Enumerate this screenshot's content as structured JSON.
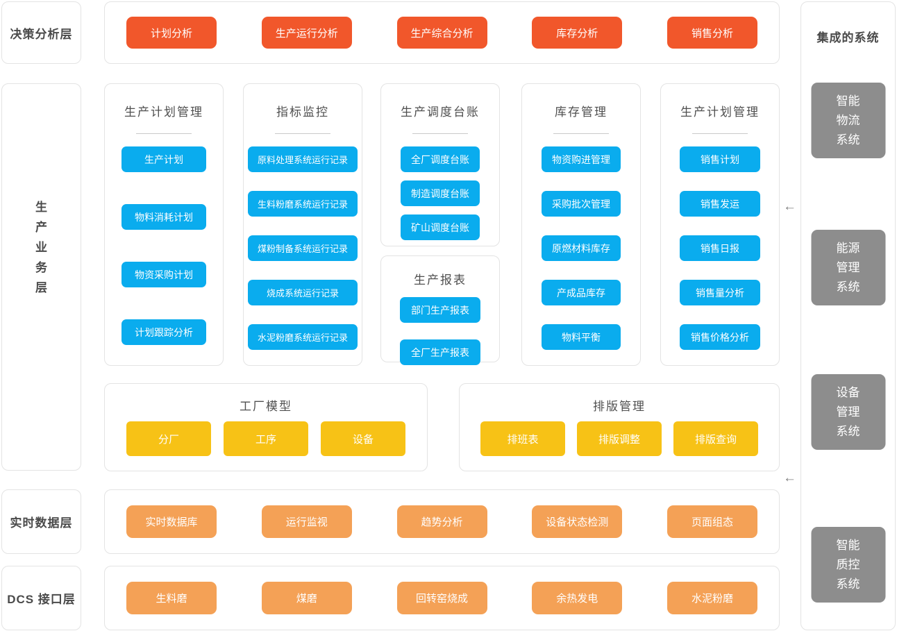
{
  "layers": {
    "decision": "决策分析层",
    "business": "生产业务层",
    "realtime": "实时数据层",
    "dcs": "DCS 接口层"
  },
  "decision_row": {
    "items": [
      "计划分析",
      "生产运行分析",
      "生产综合分析",
      "库存分析",
      "销售分析"
    ]
  },
  "business_columns": [
    {
      "title": "生产计划管理",
      "items": [
        "生产计划",
        "物料消耗计划",
        "物资采购计划",
        "计划跟踪分析"
      ]
    },
    {
      "title": "指标监控",
      "items": [
        "原料处理系统运行记录",
        "生料粉磨系统运行记录",
        "煤粉制备系统运行记录",
        "烧成系统运行记录",
        "水泥粉磨系统运行记录"
      ]
    },
    {
      "title": "生产调度台账",
      "items": [
        "全厂调度台账",
        "制造调度台账",
        "矿山调度台账"
      ]
    },
    {
      "title": "生产报表",
      "items": [
        "部门生产报表",
        "全厂生产报表"
      ]
    },
    {
      "title": "库存管理",
      "items": [
        "物资购进管理",
        "采购批次管理",
        "原燃材料库存",
        "产成品库存",
        "物料平衡"
      ]
    },
    {
      "title": "生产计划管理",
      "items": [
        "销售计划",
        "销售发运",
        "销售日报",
        "销售量分析",
        "销售价格分析"
      ]
    }
  ],
  "factory_model": {
    "title": "工厂模型",
    "items": [
      "分厂",
      "工序",
      "设备"
    ]
  },
  "schedule_mgmt": {
    "title": "排版管理",
    "items": [
      "排班表",
      "排版调整",
      "排版查询"
    ]
  },
  "realtime_row": {
    "items": [
      "实时数据库",
      "运行监视",
      "趋势分析",
      "设备状态检测",
      "页面组态"
    ]
  },
  "dcs_row": {
    "items": [
      "生料磨",
      "煤磨",
      "回转窑烧成",
      "余热发电",
      "水泥粉磨"
    ]
  },
  "integrated": {
    "title": "集成的系统",
    "systems": [
      "智能物流系统",
      "能源管理系统",
      "设备管理系统",
      "智能质控系统"
    ]
  },
  "icons": {
    "left_arrow": "←"
  },
  "colors": {
    "accent_red": "#F1572B",
    "accent_blue": "#0AACEE",
    "accent_yellow": "#F7C216",
    "accent_orange": "#F4A156",
    "system_gray": "#8D8D8D"
  }
}
